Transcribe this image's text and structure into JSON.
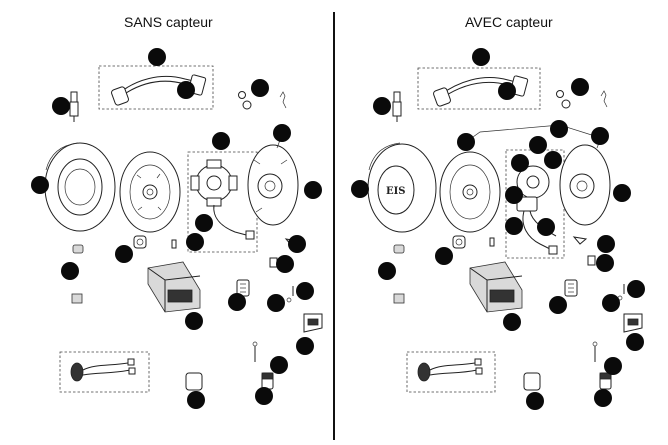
{
  "panels": {
    "left": {
      "title": "SANS capteur"
    },
    "right": {
      "title": "AVEC capteur"
    }
  },
  "logo": {
    "text": "EIS"
  },
  "colors": {
    "ink": "#222222",
    "callout": "#0a0a0a",
    "background": "#ffffff"
  }
}
